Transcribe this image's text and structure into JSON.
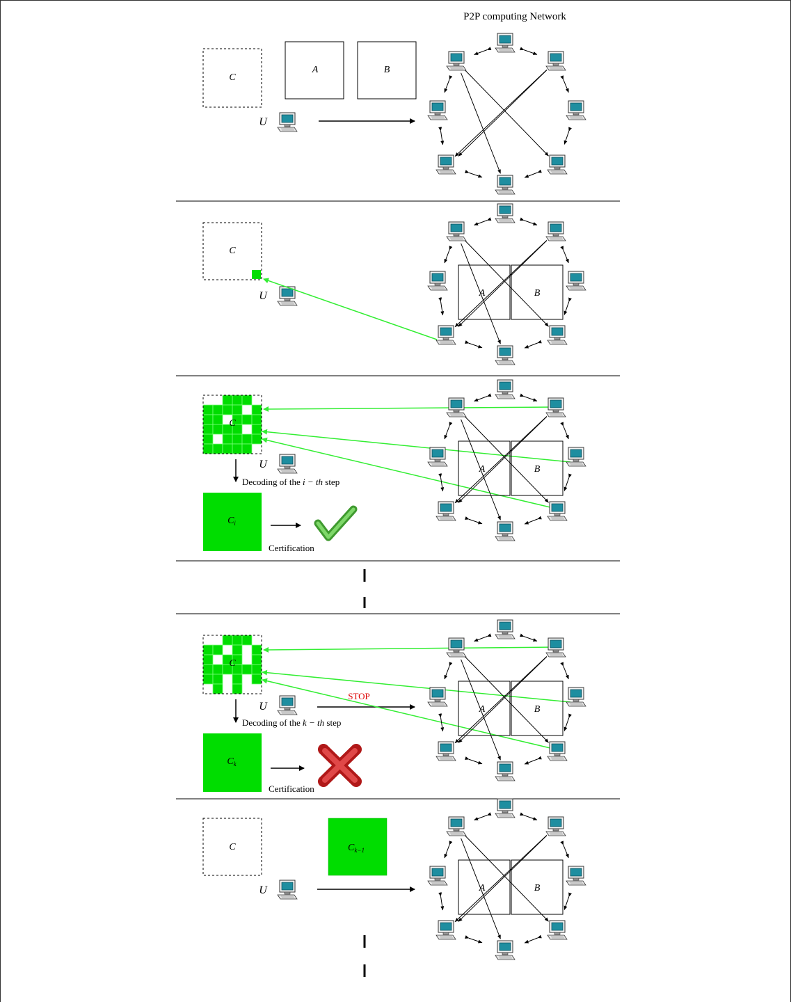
{
  "title": "P2P computing Network",
  "labels": {
    "matrix_a": "A",
    "matrix_b": "B",
    "matrix_c": "C",
    "user": "U",
    "c_i_main": "C",
    "c_i_sub": "i",
    "c_k_main": "C",
    "c_k_sub": "k",
    "c_k1_main": "C",
    "c_k1_sub": "k−1"
  },
  "decode_i": {
    "prefix": "Decoding of the ",
    "math": "i − th",
    "suffix": " step"
  },
  "decode_k": {
    "prefix": "Decoding of the ",
    "math": "k − th",
    "suffix": " step"
  },
  "certification": "Certification",
  "stop": "STOP",
  "colors": {
    "green": "#00dd00",
    "green_line": "#33ee33",
    "stop": "#dd0000",
    "check": "#4caf50",
    "cross": "#c62828",
    "screen": "#1e8ea0"
  },
  "icons": {
    "computer": "desktop-computer-icon",
    "check": "check-mark-icon",
    "cross": "red-cross-icon"
  }
}
